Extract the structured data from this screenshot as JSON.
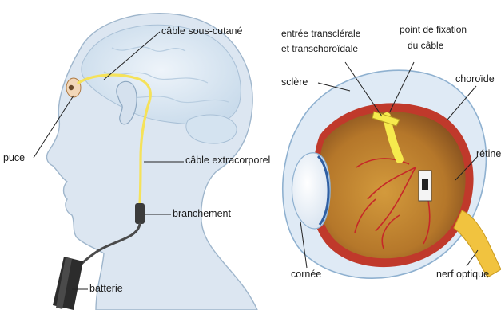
{
  "colors": {
    "skin": "#dfe8f3",
    "brain": "#cfe0ef",
    "cable": "#f7e86a",
    "connector": "#3f3f3f",
    "battery": "#2d2d2d",
    "sclera": "#e3eef8",
    "choroid": "#c0392b",
    "retina_interior": "#b8862f",
    "lens": "#f4f7fb",
    "implant": "#f6ea4d"
  },
  "left_panel": {
    "labels": {
      "cable_subcutaneous": "câble sous-cutané",
      "chip": "puce",
      "cable_external": "câble extracorporel",
      "connection": "branchement",
      "battery": "batterie"
    }
  },
  "right_panel": {
    "labels": {
      "entry_line1": "entrée transclérale",
      "entry_line2": "et transchoroïdale",
      "fixation_line1": "point de fixation",
      "fixation_line2": "du câble",
      "sclera": "sclère",
      "choroid": "choroïde",
      "retina": "rétine",
      "cornea": "cornée",
      "optic_nerve": "nerf optique"
    }
  }
}
